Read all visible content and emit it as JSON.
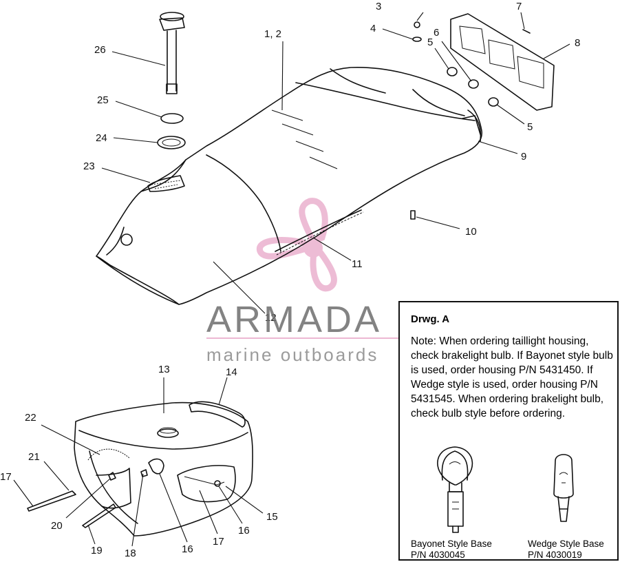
{
  "diagram": {
    "callouts": {
      "c3": "3",
      "c4": "4",
      "c7": "7",
      "c6": "6",
      "c5a": "5",
      "c12top": "1, 2",
      "c8": "8",
      "c26": "26",
      "c25": "25",
      "c5b": "5",
      "c24": "24",
      "c9": "9",
      "c23": "23",
      "c10": "10",
      "c11": "11",
      "c12": "12",
      "c13": "13",
      "c14": "14",
      "c22": "22",
      "c21": "21",
      "c17a": "17",
      "c20": "20",
      "c19": "19",
      "c18": "18",
      "c16a": "16",
      "c17b": "17",
      "c16b": "16",
      "c15": "15"
    }
  },
  "watermark": {
    "brand": "ARMADA",
    "tagline": "marine outboards",
    "accent_color": "#e8a6c8"
  },
  "note": {
    "title": "Drwg. A",
    "text": "Note: When ordering taillight housing, check brakelight bulb.  If Bayonet style bulb is  used, order housing P/N 5431450.  If Wedge style is used, order housing P/N 5431545.  When ordering brakelight bulb, check bulb style before ordering.",
    "bayonet_label": "Bayonet Style Base",
    "bayonet_pn": "P/N 4030045",
    "wedge_label": "Wedge Style Base",
    "wedge_pn": "P/N 4030019"
  }
}
